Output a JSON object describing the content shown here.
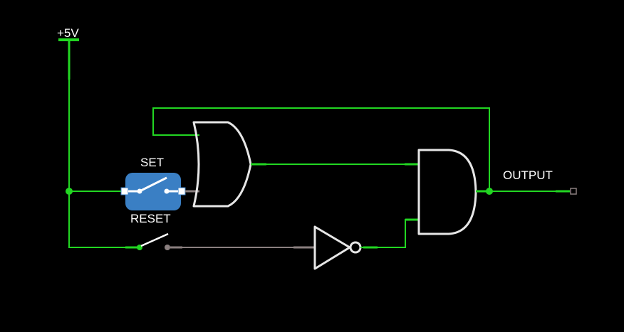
{
  "title": "",
  "labels": {
    "supply": "+5V",
    "set": "SET",
    "reset": "RESET",
    "output": "OUTPUT"
  },
  "colors": {
    "background": "#000000",
    "live_wire": "#22d622",
    "dead_wire": "#8a7f7f",
    "gate_outline": "#e6e6e6",
    "set_switch_body": "#3a7fc4",
    "label_text": "#ffffff"
  },
  "components": [
    {
      "kind": "supply",
      "label": "+5V"
    },
    {
      "kind": "push-button",
      "label": "SET"
    },
    {
      "kind": "push-button",
      "label": "RESET"
    },
    {
      "kind": "or-gate"
    },
    {
      "kind": "not-gate"
    },
    {
      "kind": "and-gate"
    },
    {
      "kind": "output-probe",
      "label": "OUTPUT"
    }
  ]
}
